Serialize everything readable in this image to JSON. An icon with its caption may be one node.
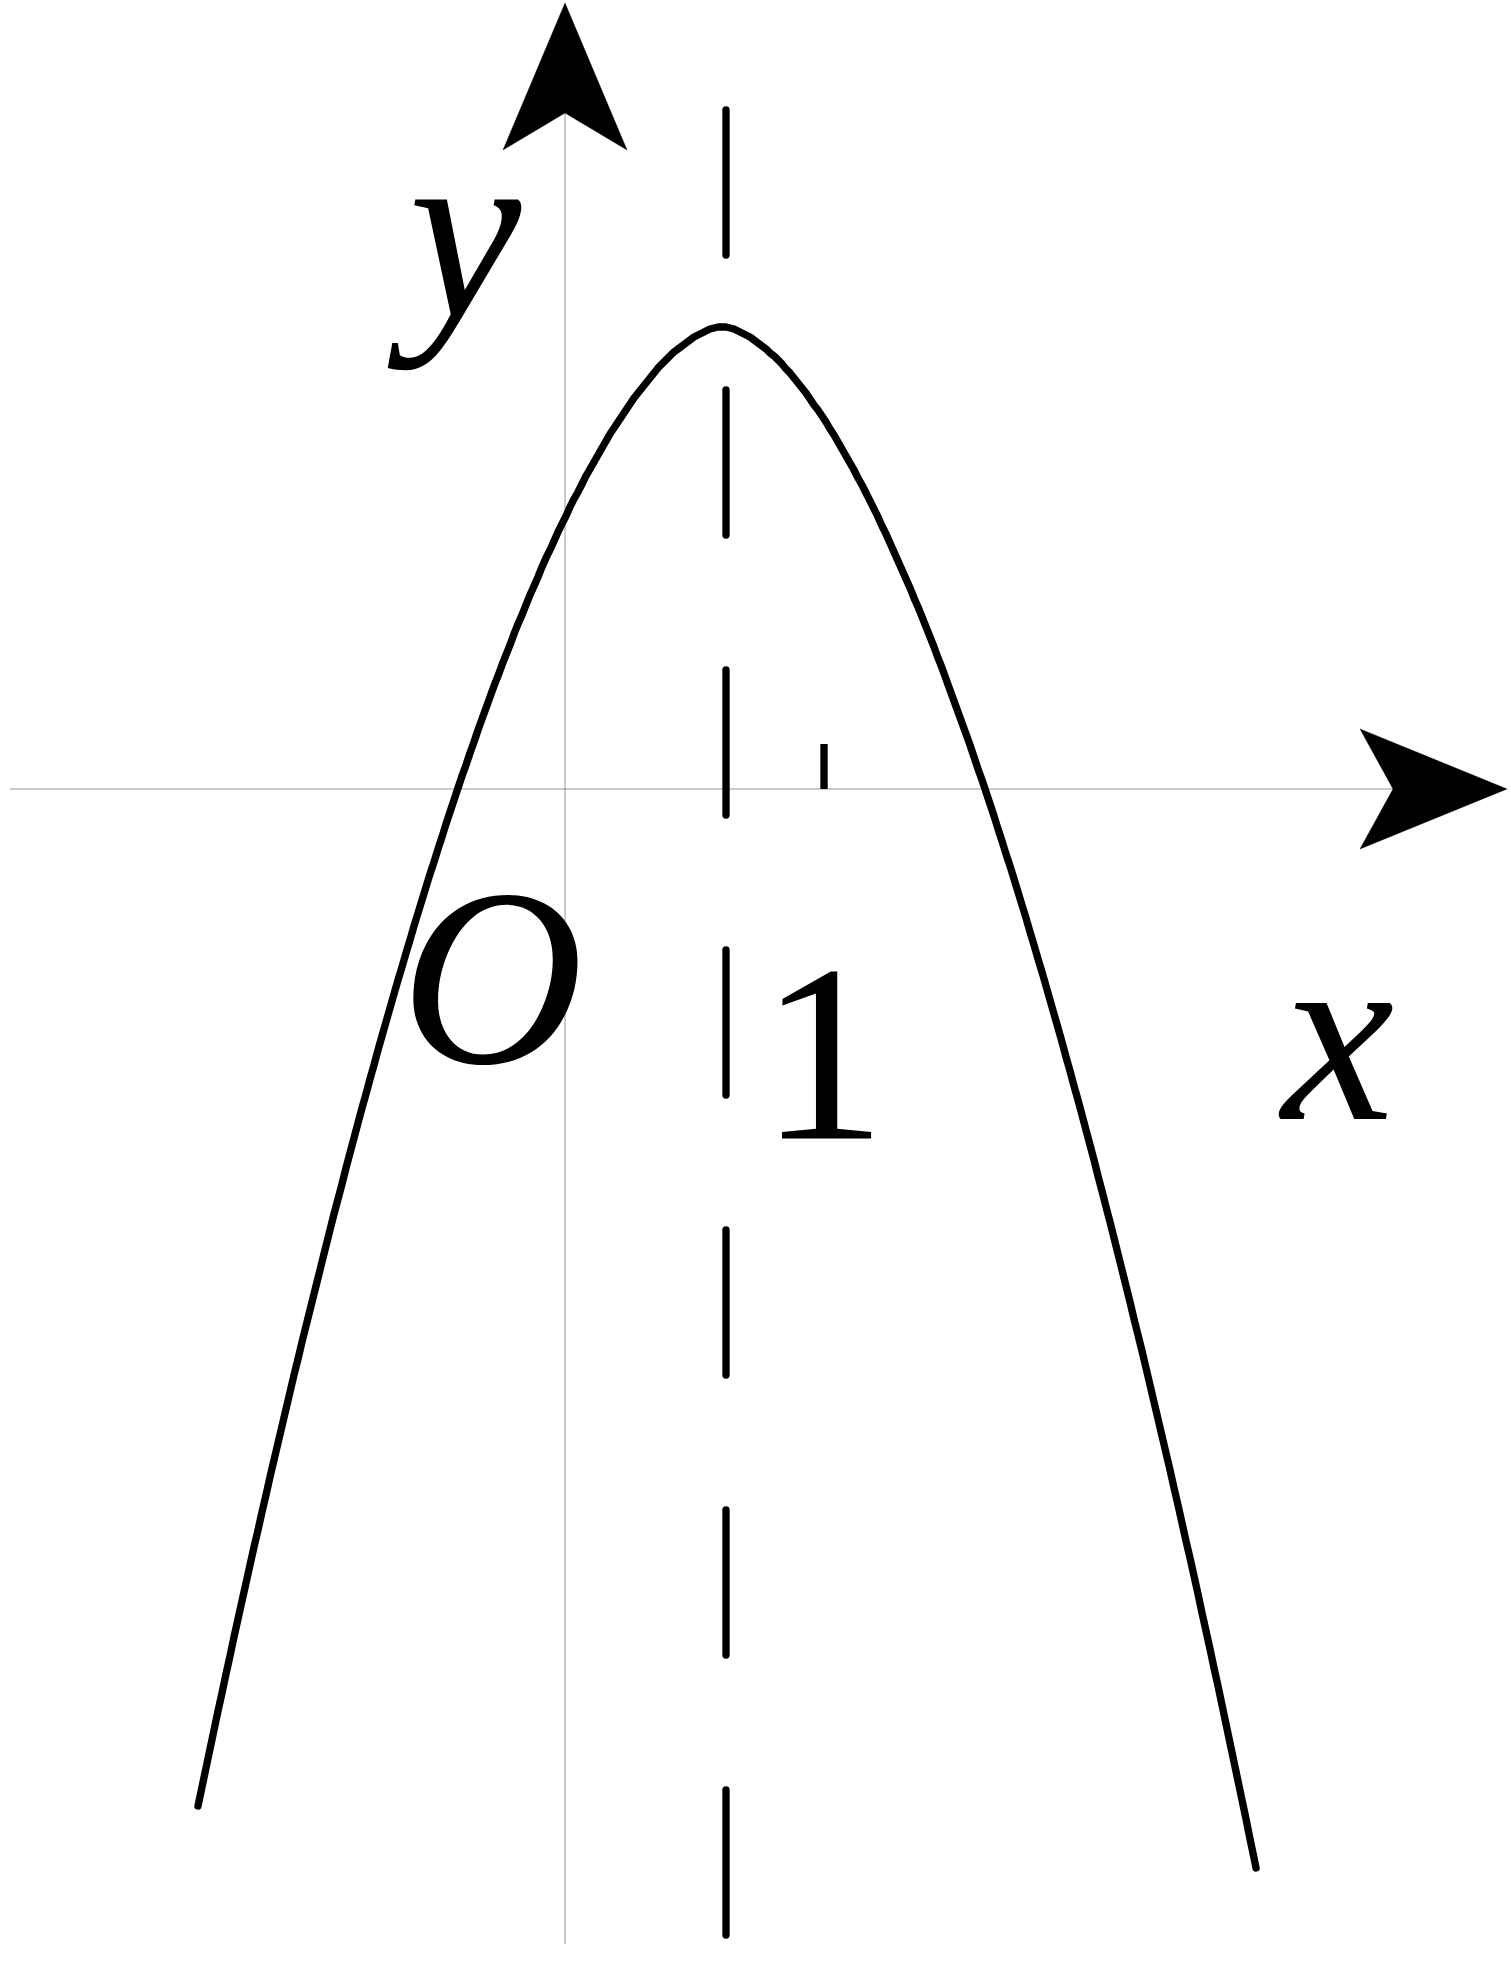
{
  "diagram": {
    "labels": [
      "y",
      "O",
      "1",
      "x"
    ]
  }
}
